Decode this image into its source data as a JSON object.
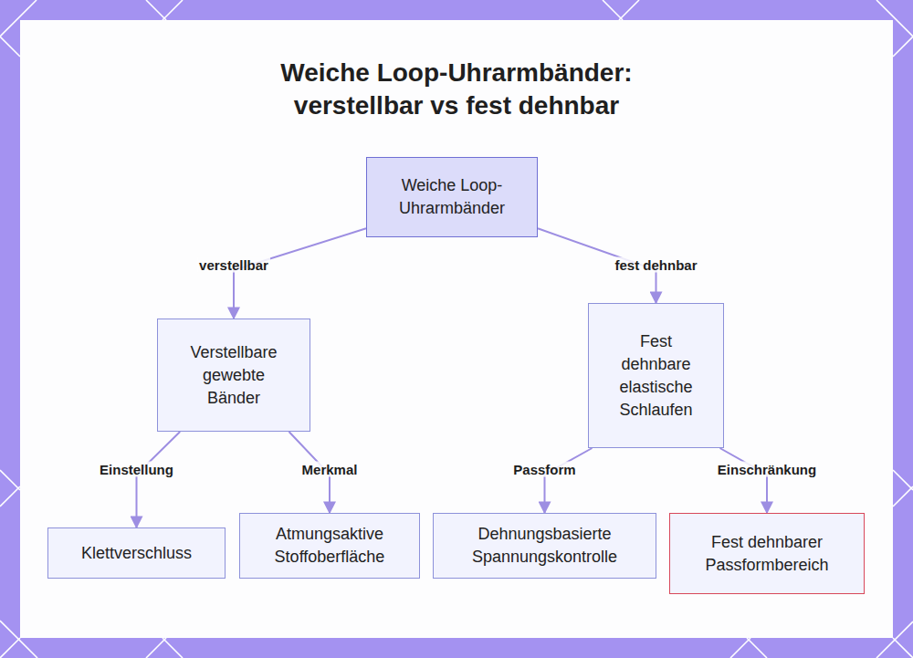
{
  "diagram": {
    "title": "Weiche Loop-Uhrarmbänder: verstellbar vs fest dehnbar",
    "nodes": [
      {
        "text": [
          "Weiche Loop- Uhrarmbänder"
        ]
      },
      {
        "text": [
          "Verstellbare gewebte Bänder"
        ]
      },
      {
        "text": [
          "Fest dehnbare elastische Schlaufen"
        ]
      },
      {
        "text": [
          "Klettverschluss"
        ]
      },
      {
        "text": [
          "Atmungsaktive Stoffoberfläche"
        ]
      },
      {
        "text": [
          "Dehnungsbasierte Spannungskontrolle"
        ]
      },
      {
        "text": [
          "Fest dehnbarer Passformbereich"
        ]
      }
    ],
    "edges": [
      {
        "from": 0,
        "to": 1,
        "label": "verstellbar",
        "arrow": "to"
      },
      {
        "from": 0,
        "to": 2,
        "label": "fest dehnbar",
        "arrow": "to"
      },
      {
        "from": 1,
        "to": 3,
        "label": "Einstellung",
        "arrow": "to"
      },
      {
        "from": 1,
        "to": 4,
        "label": "Merkmal",
        "arrow": "to"
      },
      {
        "from": 2,
        "to": 5,
        "label": "Passform",
        "arrow": "to"
      },
      {
        "from": 2,
        "to": 6,
        "label": "Einschränkung",
        "arrow": "to"
      }
    ]
  }
}
